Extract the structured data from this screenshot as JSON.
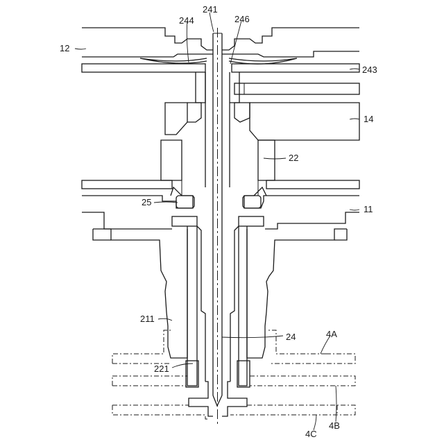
{
  "labels": {
    "l12": "12",
    "l244": "244",
    "l241": "241",
    "l246": "246",
    "l243": "243",
    "l14": "14",
    "l22": "22",
    "l25": "25",
    "l11": "11",
    "l211": "211",
    "l24": "24",
    "l4A": "4A",
    "l221": "221",
    "l4B": "4B",
    "l4C": "4C"
  }
}
